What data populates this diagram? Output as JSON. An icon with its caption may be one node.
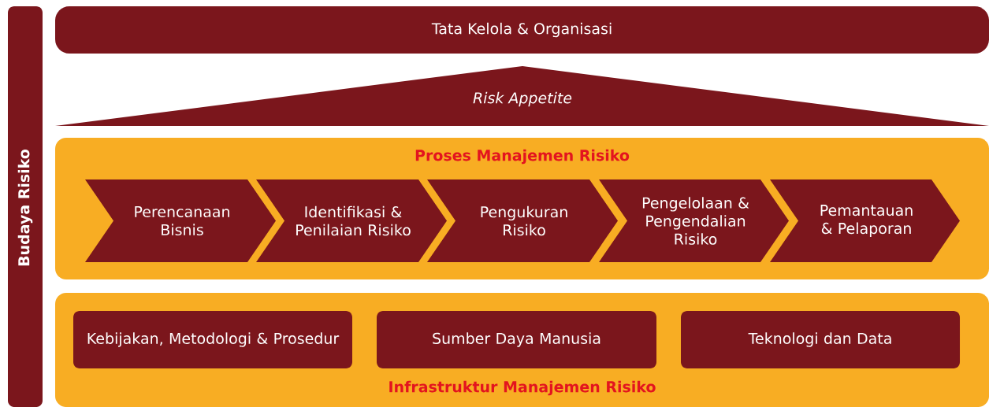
{
  "diagram": {
    "nodes": [
      {
        "text": [
          "Budaya Risiko"
        ]
      },
      {
        "text": [
          "Tata Kelola & Organisasi"
        ]
      },
      {
        "text": [
          "Risk Appetite"
        ]
      },
      {
        "text": [
          "Proses Manajemen Risiko"
        ]
      },
      {
        "text": [
          "Perencanaan Bisnis"
        ],
        "in": 3
      },
      {
        "text": [
          "Identifikasi & Penilaian Risiko"
        ],
        "in": 3
      },
      {
        "text": [
          "Pengukuran Risiko"
        ],
        "in": 3
      },
      {
        "text": [
          "Pengelolaan & Pengendalian Risiko"
        ],
        "in": 3
      },
      {
        "text": [
          "Pemantauan & Pelaporan"
        ],
        "in": 3
      },
      {
        "text": [
          "Infrastruktur Manajemen Risiko"
        ]
      },
      {
        "text": [
          "Kebijakan, Metodologi & Prosedur"
        ],
        "in": 9
      },
      {
        "text": [
          "Sumber Daya Manusia"
        ],
        "in": 9
      },
      {
        "text": [
          "Teknologi dan Data"
        ],
        "in": 9
      }
    ]
  }
}
